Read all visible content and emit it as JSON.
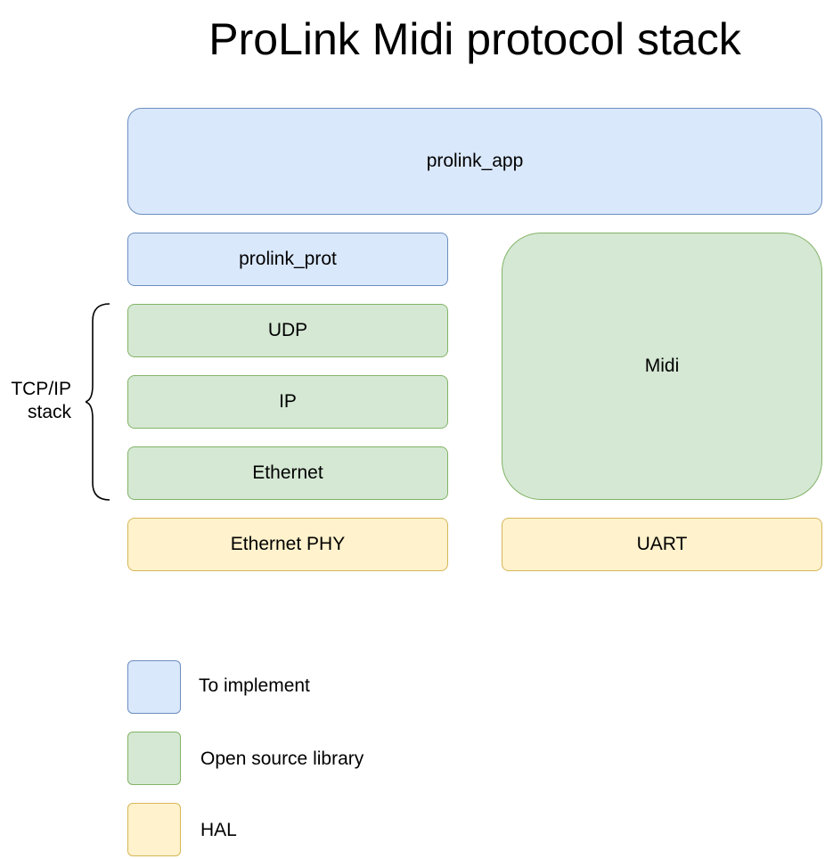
{
  "title": "ProLink Midi protocol stack",
  "layers": {
    "prolink_app": "prolink_app",
    "prolink_prot": "prolink_prot",
    "udp": "UDP",
    "ip": "IP",
    "ethernet": "Ethernet",
    "midi": "Midi",
    "ethernet_phy": "Ethernet PHY",
    "uart": "UART"
  },
  "tcp_ip_label": {
    "line1": "TCP/IP",
    "line2": "stack"
  },
  "legend": [
    {
      "label": "To implement",
      "color": "#dae8fc"
    },
    {
      "label": "Open source library",
      "color": "#d5e8d4"
    },
    {
      "label": "HAL",
      "color": "#fff2cc"
    }
  ],
  "colors": {
    "to_implement_fill": "#dae8fc",
    "to_implement_border": "#6c8ebf",
    "open_source_fill": "#d5e8d4",
    "open_source_border": "#82b366",
    "hal_fill": "#fff2cc",
    "hal_border": "#d6b656"
  }
}
